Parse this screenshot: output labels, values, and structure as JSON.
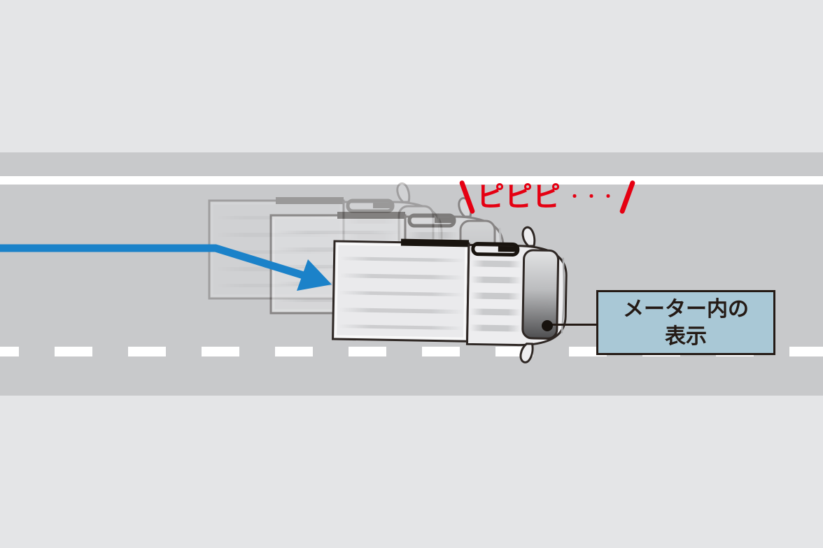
{
  "diagram": {
    "alert": {
      "prefix_mark": "\\",
      "text": "ピピピ",
      "dots": "・・・",
      "suffix_mark": "/",
      "color": "#E50012"
    },
    "callout": {
      "text": "メーター内の\n表示",
      "background": "#A9C8D6",
      "border_color": "#241A15"
    },
    "drift_arrow": {
      "color": "#1B82C9"
    },
    "road": {
      "surface_color": "#C8C9CB",
      "shoulder_color": "#E4E5E7",
      "lane_line_color": "#FFFFFF"
    },
    "vehicle": {
      "body_color": "#EDEDEF",
      "outline_color": "#2E2724",
      "ghost_opacities": [
        0.26,
        0.42
      ]
    }
  }
}
